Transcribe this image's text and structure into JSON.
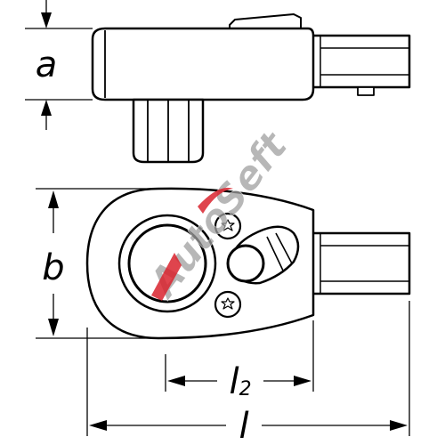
{
  "diagram": {
    "dimensions": {
      "a": "a",
      "b": "b",
      "l2_base": "l",
      "l2_sub": "2",
      "l": "l"
    },
    "watermark": "AutoSeft",
    "colors": {
      "line": "#000000",
      "watermark_red": "#d9232e",
      "watermark_gray": "#a0a0a0"
    }
  }
}
